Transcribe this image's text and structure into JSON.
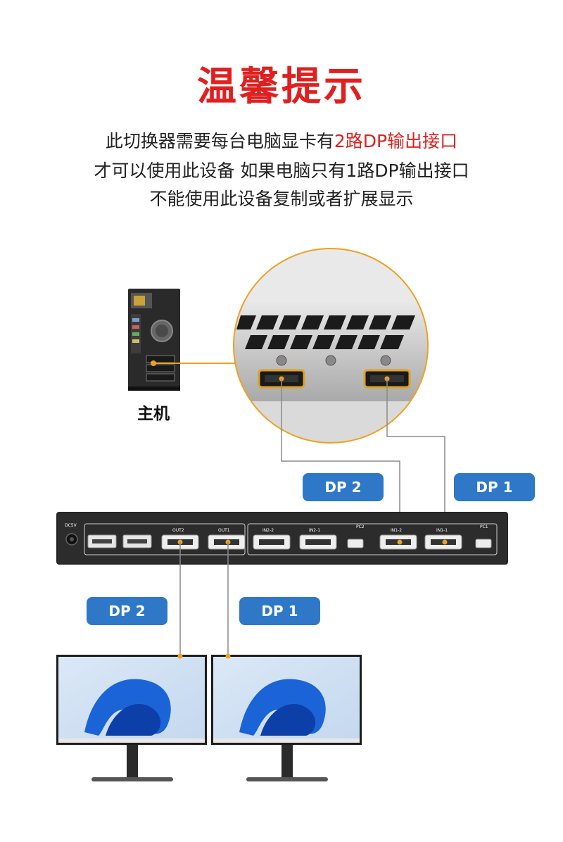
{
  "title": "温馨提示",
  "description": {
    "line1_prefix": "此切换器需要每台电脑显卡有",
    "line1_highlight": "2路DP输出接口",
    "line2": "才可以使用此设备  如果电脑只有1路DP输出接口",
    "line3": "不能使用此设备复制或者扩展显示"
  },
  "pc_label": "主机",
  "badges": {
    "in_dp2": "DP 2",
    "in_dp1": "DP 1",
    "out_dp2": "DP 2",
    "out_dp1": "DP 1"
  },
  "switch_ports": {
    "power": "DC5V",
    "out2": "OUT2",
    "out1": "OUT1",
    "in2_2": "IN2-2",
    "in2_1": "IN2-1",
    "pc2": "PC2",
    "in1_2": "IN1-2",
    "in1_1": "IN1-1",
    "pc1": "PC1"
  },
  "colors": {
    "title_red": "#e02020",
    "badge_blue": "#2f78c8",
    "accent_orange": "#f0a020"
  }
}
